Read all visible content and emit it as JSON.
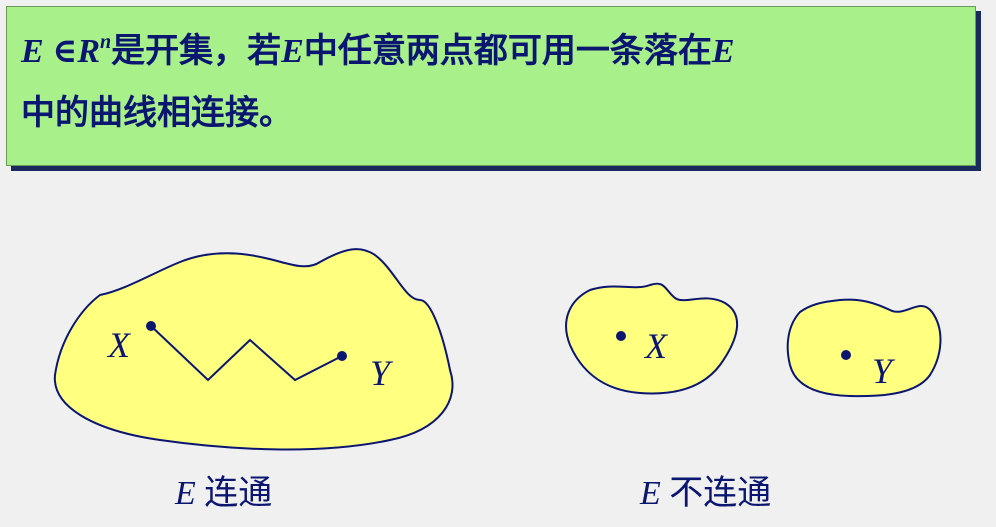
{
  "definition": {
    "set": "E",
    "member": "∈",
    "space": "R",
    "space_sup": "n",
    "text1": "是开集，若",
    "set2": "E",
    "text2": "中任意两点都可用一条落在",
    "set3": "E",
    "line2": "中的曲线相连接。"
  },
  "figure_left": {
    "label_x": "X",
    "label_y": "Y",
    "caption_set": "E",
    "caption_text": " 连通"
  },
  "figure_right": {
    "label_x": "X",
    "label_y": "Y",
    "caption_set": "E",
    "caption_text": " 不连通"
  },
  "colors": {
    "fill": "#ffff80",
    "stroke": "#0b1670",
    "box_bg": "#a8f08a"
  }
}
